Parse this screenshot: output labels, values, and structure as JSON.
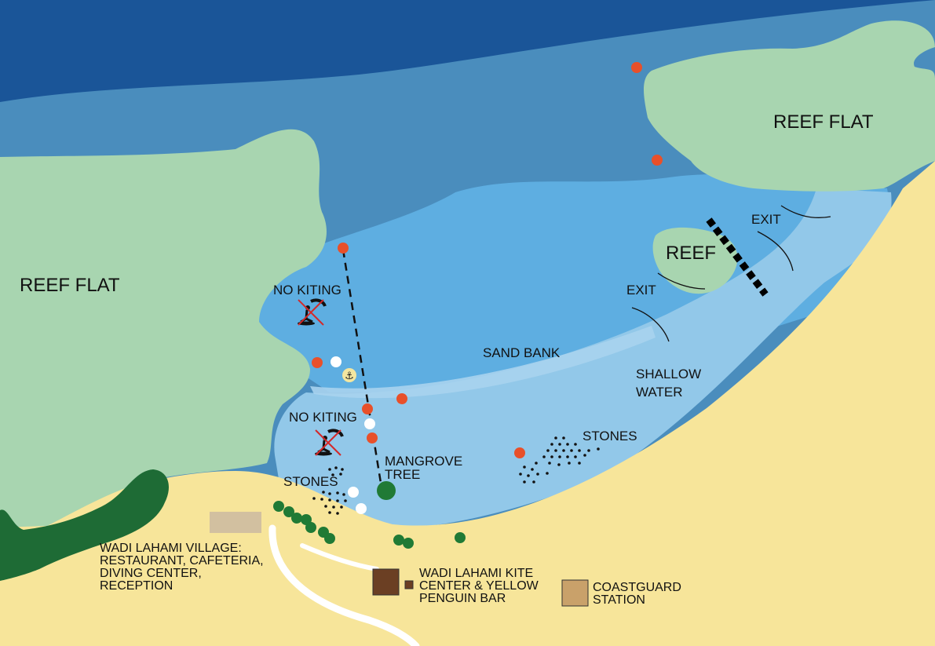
{
  "map": {
    "colors": {
      "deep_sea": "#1a5598",
      "mid_sea": "#4a8dbd",
      "lagoon": "#5eaee1",
      "shallow": "#92c8e9",
      "beach": "#f7e59a",
      "reef": "#a8d5b0",
      "mangrove": "#1e6b35",
      "marker_orange": "#e8502a",
      "marker_white": "#ffffff",
      "tree": "#207a35",
      "kite_center": "#6b3f23",
      "coastguard": "#c9a16a",
      "village": "#d2c0a0"
    },
    "labels": {
      "reef_flat_left": "REEF FLAT",
      "reef_flat_right": "REEF FLAT",
      "reef": "REEF",
      "exit_top": "EXIT",
      "exit_mid": "EXIT",
      "no_kiting_top": "NO KITING",
      "no_kiting_bottom": "NO KITING",
      "sand_bank": "SAND BANK",
      "shallow_water_1": "SHALLOW",
      "shallow_water_2": "WATER",
      "stones_right": "STONES",
      "stones_left": "STONES",
      "mangrove_tree_1": "MANGROVE",
      "mangrove_tree_2": "TREE",
      "village_1": "WADI LAHAMI VILLAGE:",
      "village_2": "RESTAURANT, CAFETERIA,",
      "village_3": "DIVING CENTER,",
      "village_4": "RECEPTION",
      "kite_center_1": "WADI LAHAMI KITE",
      "kite_center_2": "CENTER & YELLOW",
      "kite_center_3": "PENGUIN BAR",
      "coastguard_1": "COASTGUARD",
      "coastguard_2": "STATION"
    },
    "icons": {
      "anchor": "anchor-icon",
      "no_kiting": "no-kiting-icon"
    }
  }
}
